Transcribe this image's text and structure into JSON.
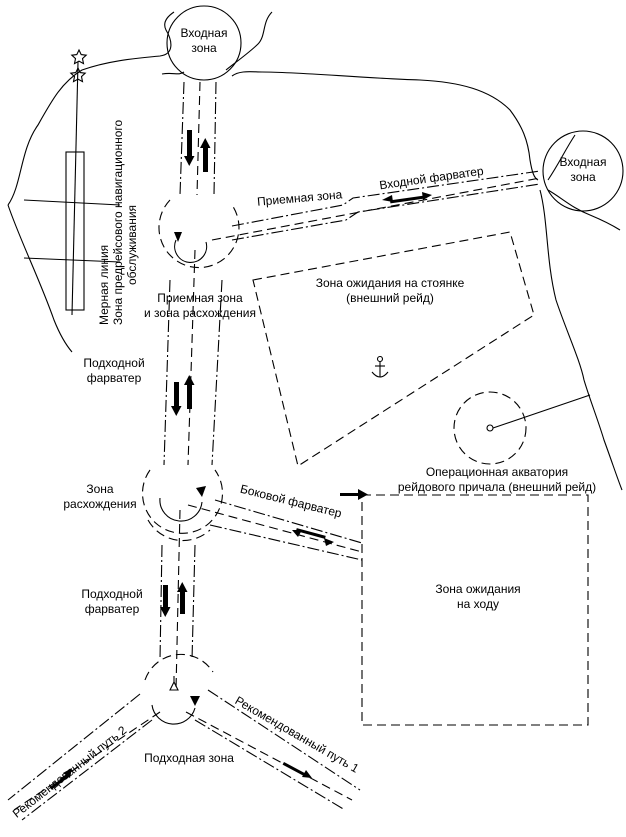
{
  "labels": {
    "entry_zone_top": [
      "Входная",
      "зона"
    ],
    "entry_zone_right": [
      "Входная",
      "зона"
    ],
    "measured_line": [
      "Мерная линия",
      "Зона предрейсового навигационного",
      "обслуживания"
    ],
    "reception_zone": "Приемная зона",
    "entry_fairway": "Входной фарватер",
    "anchorage_zone": [
      "Зона ожидания на стоянке",
      "(внешний рейд)"
    ],
    "reception_divergence": [
      "Приемная зона",
      "и зона расхождения"
    ],
    "approach_fairway_1": [
      "Подходной",
      "фарватер"
    ],
    "operational_area": [
      "Операционная акватория",
      "рейдового причала (внешний рейд)"
    ],
    "divergence_zone": [
      "Зона",
      "расхождения"
    ],
    "side_fairway": "Боковой фарватер",
    "waiting_underway": [
      "Зона ожидания",
      "на ходу"
    ],
    "approach_fairway_2": [
      "Подходной",
      "фарватер"
    ],
    "recommended_route_2": "Рекомендованный путь 2",
    "recommended_route_1": "Рекомендованный путь 1",
    "approach_zone": "Подходная зона"
  },
  "icons": [
    "anchor-icon",
    "star-icon",
    "buoy-icon",
    "arrow-icon"
  ]
}
